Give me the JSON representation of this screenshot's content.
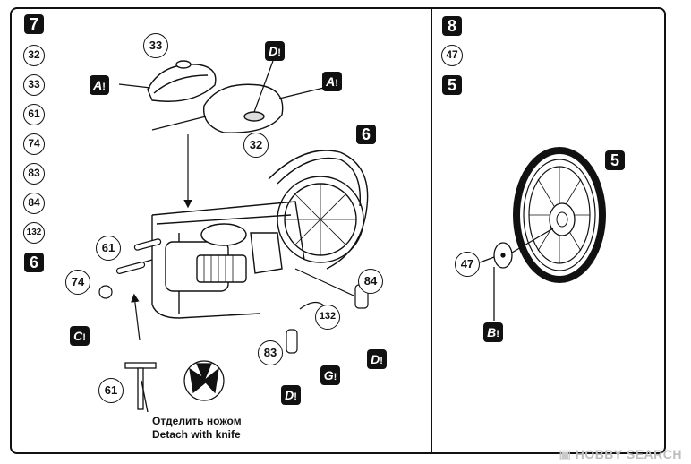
{
  "left_panel": {
    "step_number": "7",
    "parts_list": [
      "32",
      "33",
      "61",
      "74",
      "83",
      "84",
      "132"
    ],
    "previous_step": "6",
    "callouts": {
      "tank_top": "33",
      "tank_bottom": "32",
      "step_ref": "6",
      "part_61_a": "61",
      "part_74": "74",
      "part_61_b": "61",
      "part_84": "84",
      "part_132": "132",
      "part_83": "83"
    },
    "glue": {
      "A": "A",
      "C": "C",
      "D": "D",
      "G": "G",
      "drop": "!"
    },
    "note_ru": "Отделить ножом",
    "note_en": "Detach with knife"
  },
  "right_panel": {
    "step_number": "8",
    "parts_list": [
      "47"
    ],
    "previous_step": "5",
    "callouts": {
      "step_ref": "5",
      "part_47": "47"
    },
    "glue": {
      "B": "B",
      "drop": "!"
    }
  },
  "watermark": "HOBBY SEARCH",
  "watermark_icon": "hobbysearch-logo-icon"
}
